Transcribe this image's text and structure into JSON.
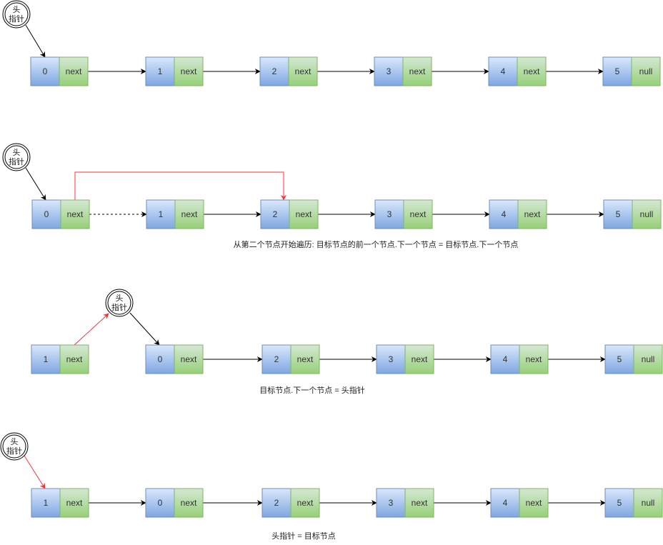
{
  "diagram": {
    "head_pointer_label": [
      "头",
      "指针"
    ],
    "rows": [
      {
        "nodes": [
          {
            "value": "0",
            "next": "next"
          },
          {
            "value": "1",
            "next": "next"
          },
          {
            "value": "2",
            "next": "next"
          },
          {
            "value": "3",
            "next": "next"
          },
          {
            "value": "4",
            "next": "next"
          },
          {
            "value": "5",
            "next": "null"
          }
        ],
        "caption": ""
      },
      {
        "nodes": [
          {
            "value": "0",
            "next": "next"
          },
          {
            "value": "1",
            "next": "next"
          },
          {
            "value": "2",
            "next": "next"
          },
          {
            "value": "3",
            "next": "next"
          },
          {
            "value": "4",
            "next": "next"
          },
          {
            "value": "5",
            "next": "null"
          }
        ],
        "caption": "从第二个节点开始遍历: 目标节点的前一个节点.下一个节点 = 目标节点.下一个节点"
      },
      {
        "nodes": [
          {
            "value": "1",
            "next": "next"
          },
          {
            "value": "0",
            "next": "next"
          },
          {
            "value": "2",
            "next": "next"
          },
          {
            "value": "3",
            "next": "next"
          },
          {
            "value": "4",
            "next": "next"
          },
          {
            "value": "5",
            "next": "null"
          }
        ],
        "caption": "目标节点.下一个节点 = 头指针"
      },
      {
        "nodes": [
          {
            "value": "1",
            "next": "next"
          },
          {
            "value": "0",
            "next": "next"
          },
          {
            "value": "2",
            "next": "next"
          },
          {
            "value": "3",
            "next": "next"
          },
          {
            "value": "4",
            "next": "next"
          },
          {
            "value": "5",
            "next": "null"
          }
        ],
        "caption": "头指针 = 目标节点"
      }
    ],
    "colors": {
      "value_fill_top": "#dae8fc",
      "value_fill_bottom": "#7ea6e0",
      "value_stroke": "#6c8ebf",
      "next_fill_top": "#d5e8d4",
      "next_fill_bottom": "#97d077",
      "next_stroke": "#82b366",
      "arrow": "#000000",
      "highlight_arrow": "#ff3333"
    }
  }
}
